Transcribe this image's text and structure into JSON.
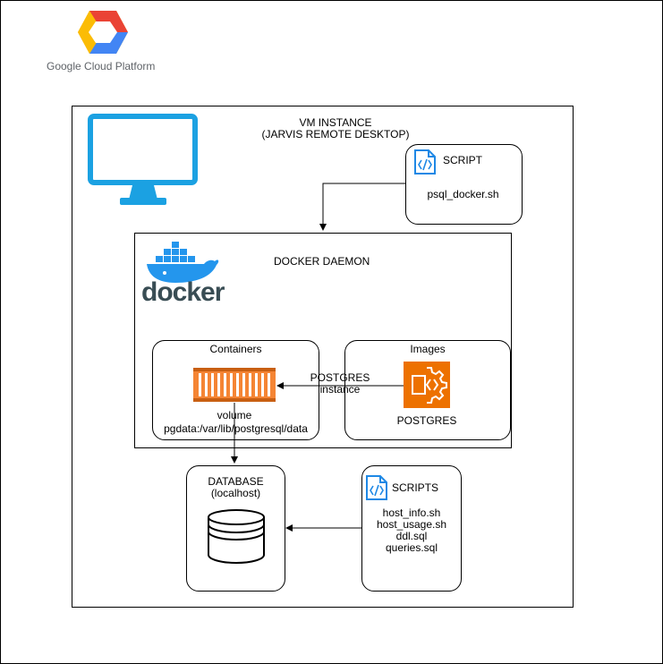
{
  "gcp": {
    "logo_text": "Google Cloud Platform"
  },
  "vm": {
    "title_line1": "VM INSTANCE",
    "title_line2": "(JARVIS REMOTE DESKTOP)"
  },
  "script_box": {
    "title": "SCRIPT",
    "file": "psql_docker.sh"
  },
  "docker": {
    "logo_text": "docker",
    "title": "DOCKER DAEMON"
  },
  "containers": {
    "title": "Containers",
    "volume_label": "volume",
    "volume_path": "pgdata:/var/lib/postgresql/data"
  },
  "images": {
    "title": "Images",
    "postgres_label": "POSTGRES"
  },
  "arrow_label": {
    "line1": "POSTGRES",
    "line2": "instance"
  },
  "database": {
    "title_line1": "DATABASE",
    "title_line2": "(localhost)"
  },
  "scripts_box": {
    "title": "SCRIPTS",
    "files": [
      "host_info.sh",
      "host_usage.sh",
      "ddl.sql",
      "queries.sql"
    ]
  },
  "colors": {
    "gcp_blue": "#4285F4",
    "gcp_red": "#EA4335",
    "gcp_yellow": "#FBBC05",
    "gcp_green": "#34A853",
    "monitor": "#1BA1E2",
    "docker_blue": "#2496ED",
    "docker_dark": "#394D54",
    "container_orange": "#F58534",
    "aws_orange": "#ED7100",
    "script_blue": "#1E88E5"
  }
}
